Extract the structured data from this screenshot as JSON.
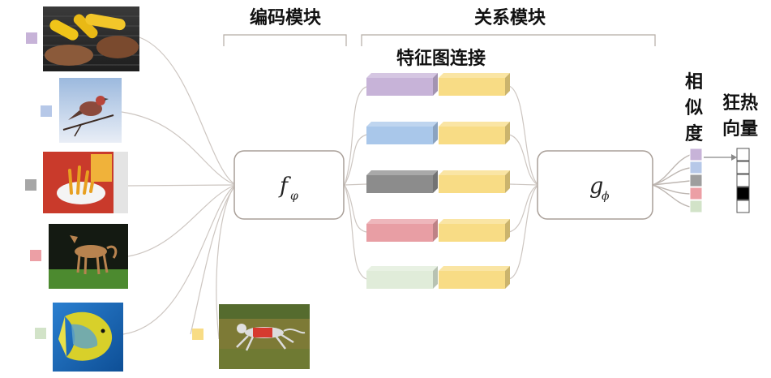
{
  "labels": {
    "encoding_module": "编码模块",
    "relation_module": "关系模块",
    "feature_concat": "特征图连接",
    "similarity": [
      "相",
      "似",
      "度"
    ],
    "onehot": [
      "狂热",
      "向量"
    ]
  },
  "functions": {
    "f": {
      "symbol": "f",
      "sub": "φ"
    },
    "g": {
      "symbol": "g",
      "sub": "ϕ"
    }
  },
  "support_samples": [
    {
      "name": "grilled-food-photo",
      "color": "#c7b3d8"
    },
    {
      "name": "bird-photo",
      "color": "#b6c8e8"
    },
    {
      "name": "fries-meal-photo",
      "color": "#a6a6a6"
    },
    {
      "name": "dog-photo",
      "color": "#ec9fa5"
    },
    {
      "name": "angelfish-photo",
      "color": "#d2e3c8"
    }
  ],
  "query_sample": {
    "name": "running-dog-photo",
    "color": "#f8dc85"
  },
  "query_feature_color": "#f8dc85",
  "support_feature_colors": [
    "#c7b3d8",
    "#a9c7ea",
    "#8c8c8c",
    "#e89ea4",
    "#e0ecd9"
  ],
  "similarity_colors": [
    "#c7b3d8",
    "#b6c8e8",
    "#9e9e9e",
    "#ec9fa5",
    "#d2e3c8"
  ],
  "onehot_vector": [
    0,
    0,
    0,
    1,
    0
  ]
}
